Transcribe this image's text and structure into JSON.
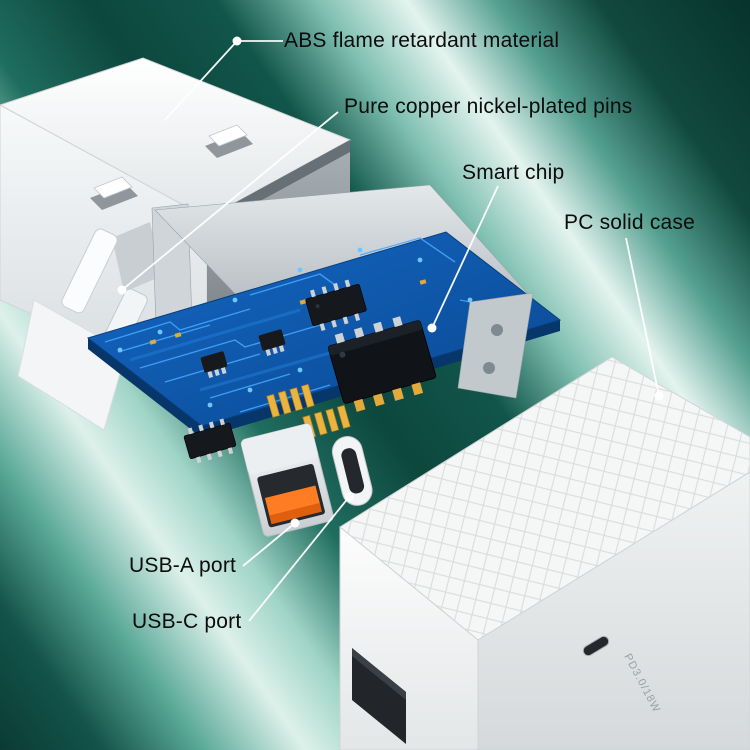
{
  "callouts": {
    "abs_material": "ABS flame retardant material",
    "copper_pins": "Pure copper nickel-plated pins",
    "smart_chip": "Smart chip",
    "pc_case": "PC solid case",
    "usb_a": "USB-A port",
    "usb_c": "USB-C port"
  },
  "case_print": "PD3.0/18W",
  "colors": {
    "background_dark": "#0a3b35",
    "background_light": "#ddf1ea",
    "label_text": "#0b0c0c",
    "leader_line": "#ffffff",
    "pcb": "#0f5cb8",
    "trace": "#45a8ff",
    "copper": "#e0aa3e",
    "usb_a_tongue": "#ff7d22"
  }
}
